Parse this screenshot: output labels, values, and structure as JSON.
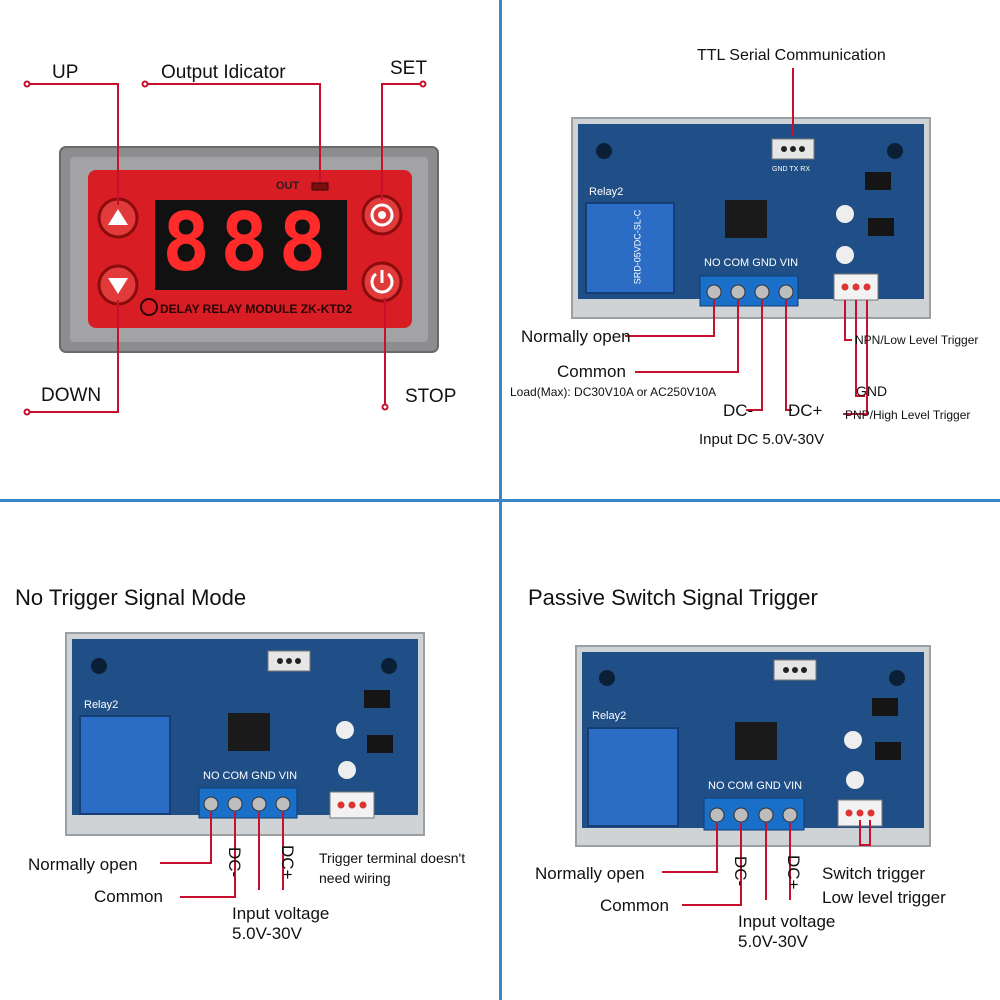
{
  "front_panel": {
    "callouts": {
      "up": "UP",
      "output_indicator": "Output Idicator",
      "set": "SET",
      "down": "DOWN",
      "stop": "STOP"
    },
    "out_text": "OUT",
    "module_name": "DELAY RELAY MODULE ZK-KTD2",
    "display_digits": "888"
  },
  "board_common": {
    "relay_label": "Relay2",
    "relay_text": "SRD-05VDC-SL-C",
    "header_text": "GND TX RX",
    "terminals": "NO COM GND VIN"
  },
  "wiring": {
    "ttl": "TTL Serial Communication",
    "normally_open": "Normally open",
    "common": "Common",
    "load_max": "Load(Max): DC30V10A or AC250V10A",
    "dc_minus": "DC-",
    "dc_plus": "DC+",
    "input_dc": "Input DC 5.0V-30V",
    "npn": "NPN/Low Level Trigger",
    "gnd": "GND",
    "pnp": "PNP/High Level Trigger"
  },
  "no_trigger": {
    "title": "No Trigger Signal Mode",
    "normally_open": "Normally open",
    "common": "Common",
    "dc_minus": "DC-",
    "dc_plus": "DC+",
    "trigger_note_1": "Trigger terminal doesn't",
    "trigger_note_2": "need wiring",
    "input_voltage": "Input voltage",
    "voltage_range": "5.0V-30V"
  },
  "passive_switch": {
    "title": "Passive Switch Signal Trigger",
    "normally_open": "Normally open",
    "common": "Common",
    "dc_minus": "DC-",
    "dc_plus": "DC+",
    "switch_trigger": "Switch trigger",
    "low_level_trigger": "Low level trigger",
    "input_voltage": "Input voltage",
    "voltage_range": "5.0V-30V"
  },
  "colors": {
    "divider": "#3a86c8",
    "callout_line": "#c8102e",
    "board": "#1f4f86",
    "panel_red": "#d81e24",
    "relay_blue": "#2b6cc4"
  }
}
